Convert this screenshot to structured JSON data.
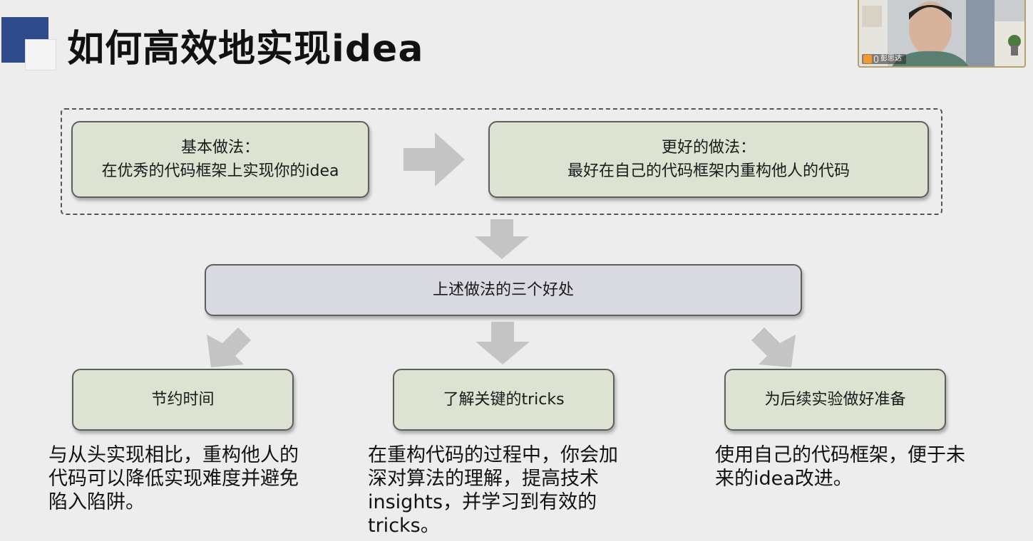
{
  "slide": {
    "title": "如何高效地实现idea"
  },
  "top_row": {
    "basic": {
      "line1": "基本做法：",
      "line2": "在优秀的代码框架上实现你的idea"
    },
    "better": {
      "line1": "更好的做法：",
      "line2": "最好在自己的代码框架内重构他人的代码"
    }
  },
  "center": {
    "label": "上述做法的三个好处"
  },
  "benefits": [
    {
      "label": "节约时间",
      "desc": "与从头实现相比，重构他人的代码可以降低实现难度并避免陷入陷阱。"
    },
    {
      "label": "了解关键的tricks",
      "desc": "在重构代码的过程中，你会加深对算法的理解，提高技术insights，并学习到有效的tricks。"
    },
    {
      "label": "为后续实验做好准备",
      "desc": "使用自己的代码框架，便于未来的idea改进。"
    }
  ],
  "webcam": {
    "participant_name": "彭思达"
  },
  "colors": {
    "box_green": "#dce3d3",
    "box_gray": "#d9d9e2",
    "logo_blue": "#2f4b8c",
    "arrow": "#c4c4c4"
  }
}
